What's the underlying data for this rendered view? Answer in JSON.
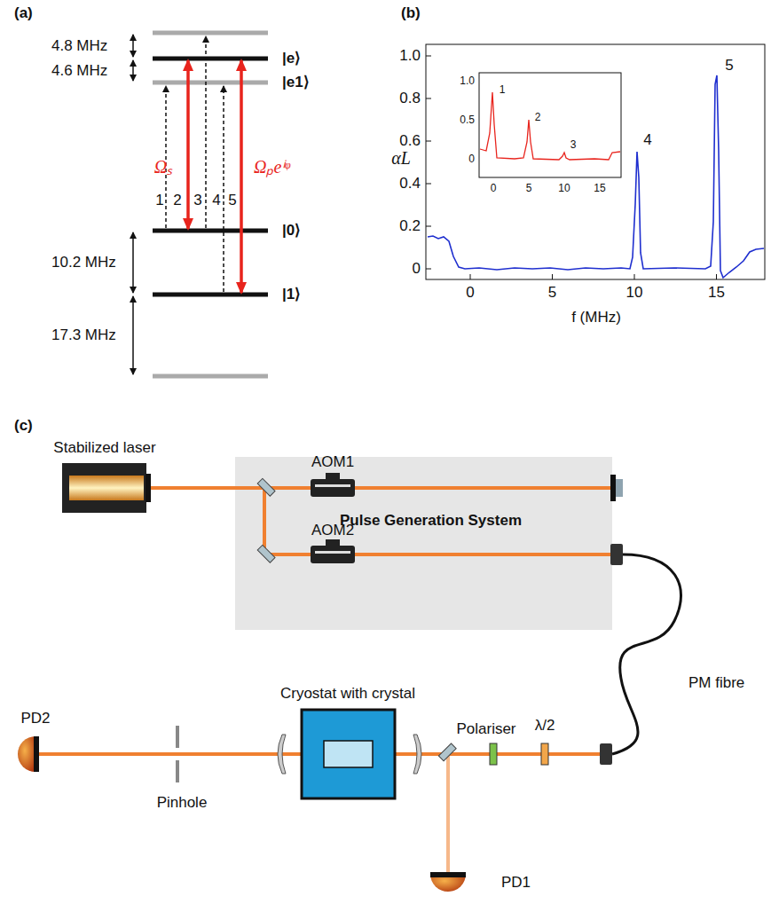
{
  "diagram": {
    "nodes": [
      {
        "text": [
          "Pulse Generation System"
        ]
      }
    ],
    "labels": [
      "(a)",
      "4.8 MHz",
      "4.6 MHz",
      "|e⟩",
      "|e1⟩",
      "Ωₛ",
      "Ωₚeⁱᵠ",
      "1",
      "2",
      "3",
      "4",
      "5",
      "|0⟩",
      "10.2 MHz",
      "|1⟩",
      "17.3 MHz",
      "(b)",
      "αL",
      "1.0",
      "0.8",
      "0.6",
      "0.4",
      "0.2",
      "0",
      "0",
      "5",
      "10",
      "15",
      "f (MHz)",
      "4",
      "5",
      "1.0",
      "0.5",
      "0",
      "0",
      "5",
      "10",
      "15",
      "1",
      "2",
      "3",
      "(c)",
      "Stabilized laser",
      "AOM1",
      "AOM2",
      "PM fibre",
      "Cryostat with crystal",
      "PD2",
      "Pinhole",
      "Polariser",
      "λ/2",
      "PD1"
    ]
  }
}
